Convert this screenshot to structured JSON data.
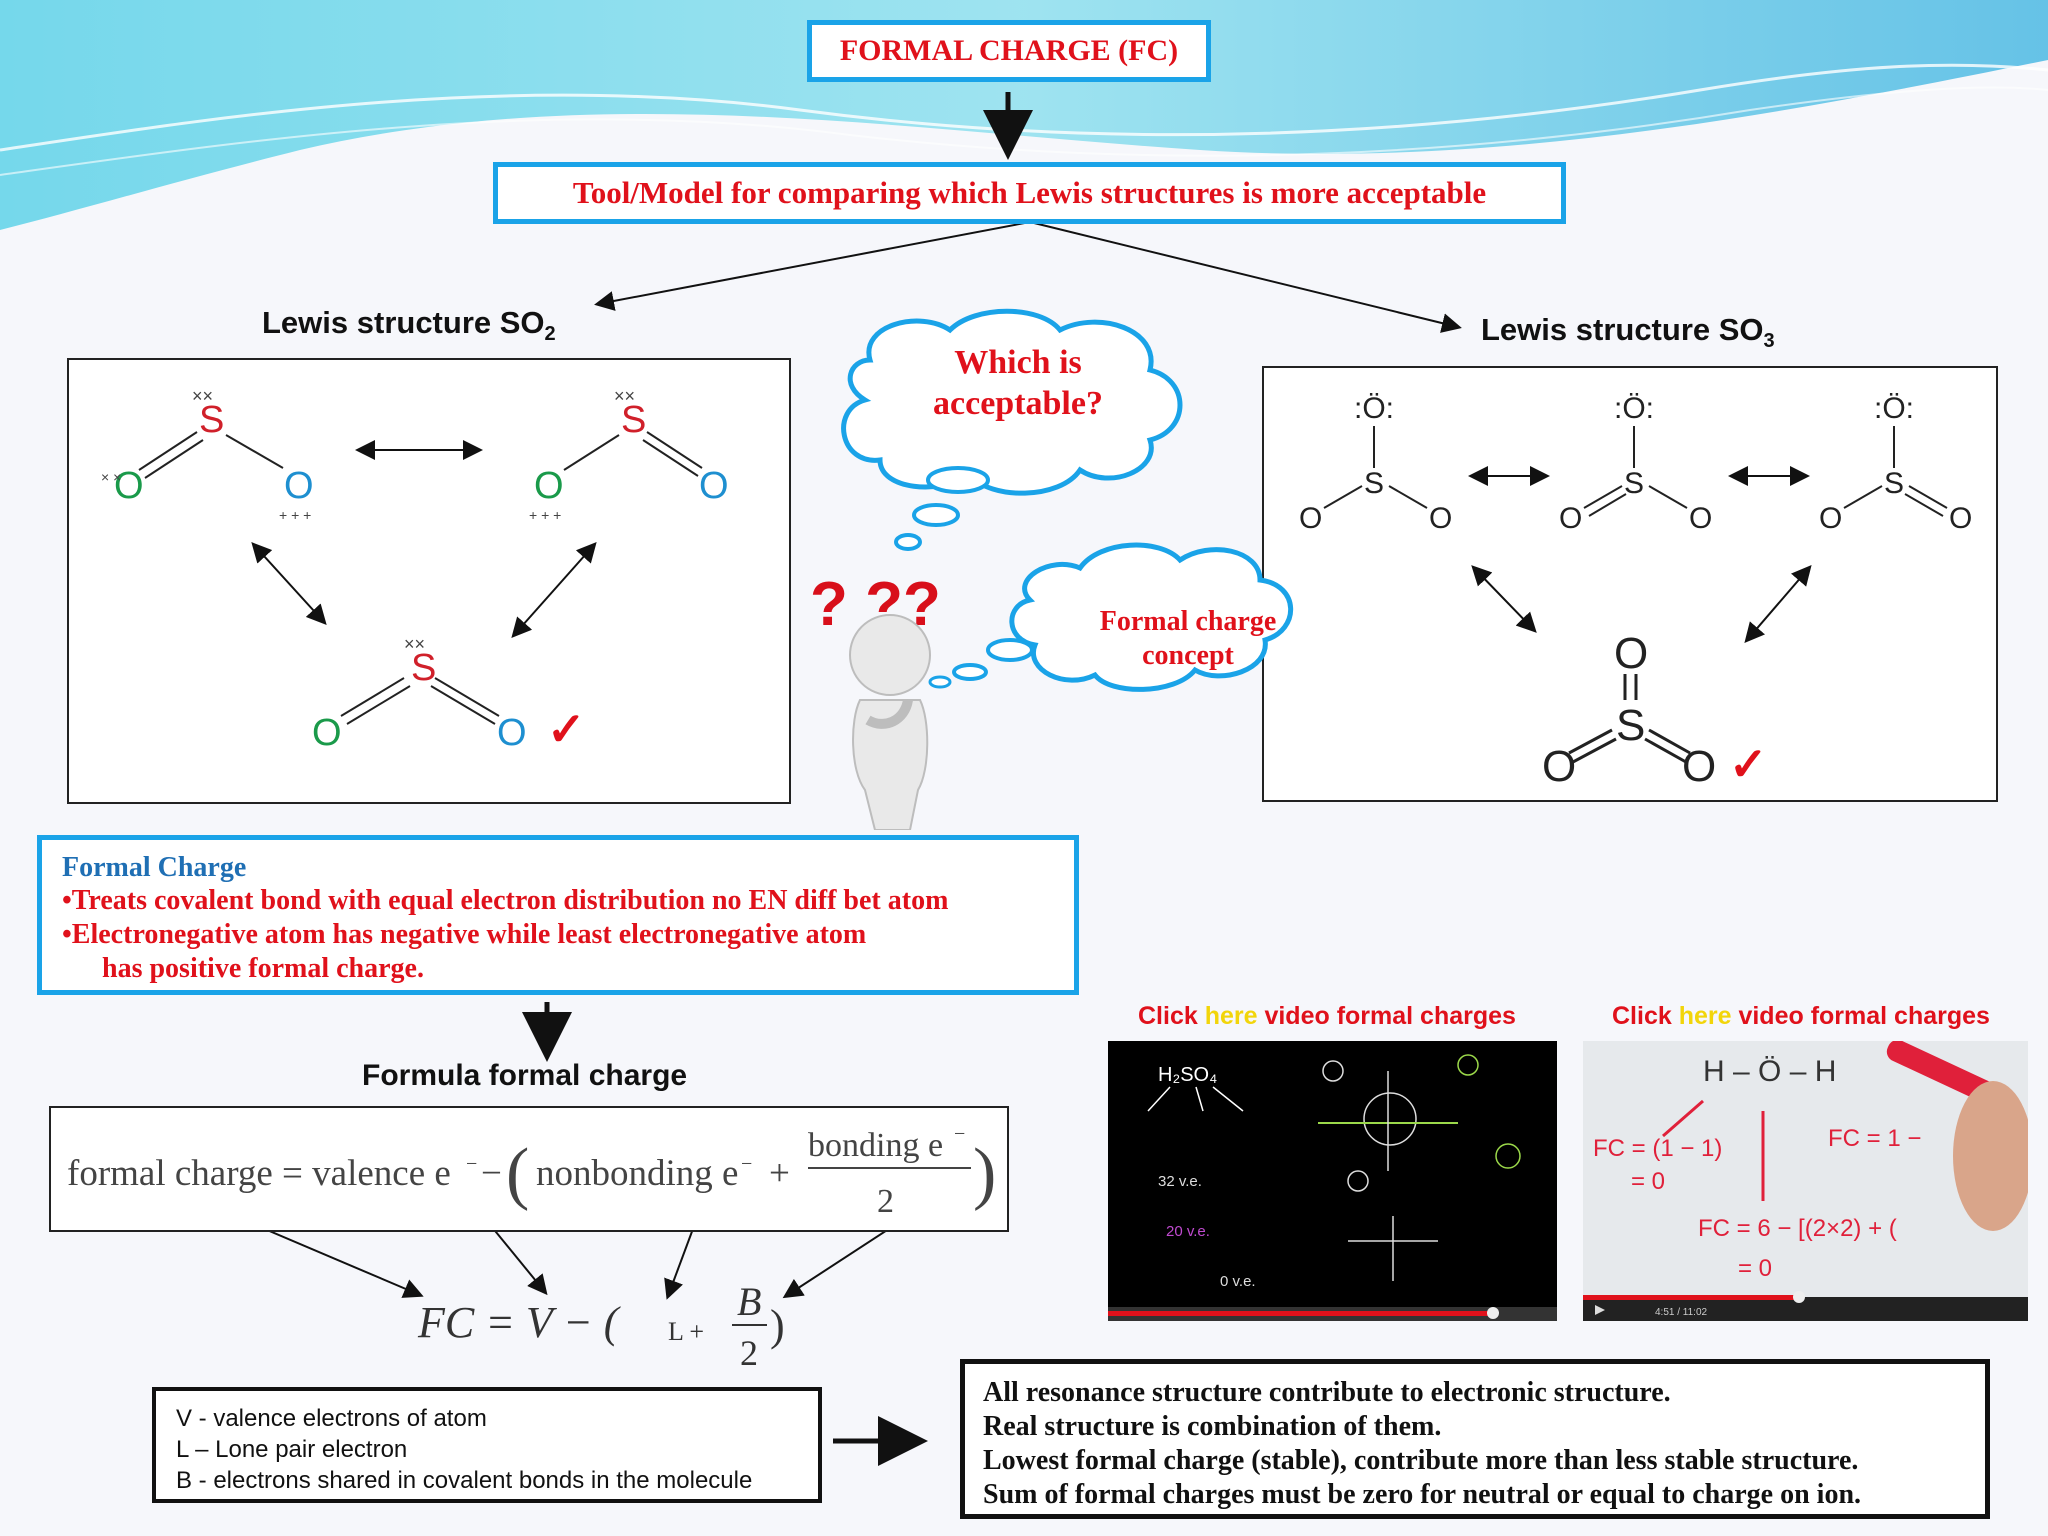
{
  "title": "FORMAL CHARGE (FC)",
  "subtitle": "Tool/Model for comparing which Lewis structures is more acceptable",
  "so2": {
    "heading": "Lewis structure SO",
    "heading_sub": "2",
    "atom_s": "S",
    "atom_o": "O",
    "lone_pair": "××",
    "check": "✓"
  },
  "so3": {
    "heading": "Lewis structure SO",
    "heading_sub": "3",
    "atom_s": "S",
    "atom_o": "O",
    "top_o": ":Ö:",
    "check": "✓"
  },
  "thinker": {
    "cloud_question": "Which is acceptable?",
    "cloud_question_l1": "Which is",
    "cloud_question_l2": "acceptable?",
    "cloud_concept_l1": "Formal charge",
    "cloud_concept_l2": "concept",
    "question_marks": "? ??"
  },
  "definition": {
    "title": "Formal Charge",
    "line1": "•Treats covalent bond with equal electron distribution no EN diff bet atom",
    "line2": "•Electronegative atom has negative while least electronegative atom",
    "line3": "has positive formal charge."
  },
  "formula": {
    "heading": "Formula formal charge",
    "long_lhs": "formal charge = valence e",
    "long_minus": "−",
    "long_nonbonding": "nonbonding e",
    "long_plus": "+",
    "long_bonding": "bonding e",
    "long_two": "2",
    "short_lhs": "FC = V − (",
    "short_l": "L +",
    "short_b": "B",
    "short_two": "2",
    "short_close": ")"
  },
  "legend": {
    "line1": "V - valence electrons of atom",
    "line2": "L – Lone pair electron",
    "line3": "B - electrons shared in covalent bonds in the molecule"
  },
  "summary": {
    "line1": "All resonance structure contribute to electronic structure.",
    "line2": "Real structure is combination of them.",
    "line3": "Lowest formal charge (stable), contribute more than less stable structure.",
    "line4": "Sum of formal charges must be zero for neutral or equal to charge on ion."
  },
  "videos": [
    {
      "prefix": "Click ",
      "link": "here",
      "suffix": " video formal charges",
      "board_text": "H₂SO₄",
      "note1": "32 v.e.",
      "note2": "20 v.e.",
      "note3": "0 v.e."
    },
    {
      "prefix": "Click ",
      "link": "here",
      "suffix": " video formal charges",
      "board_text": "H – Ö – H",
      "note1": "FC = (1 − 1)",
      "note2": "= 0",
      "note3": "FC = 6 − [(2×2) + (",
      "note4": "= 0",
      "note5": "FC = 1 −",
      "time": "4:51 / 11:02"
    }
  ],
  "colors": {
    "accent_red": "#e0111b",
    "accent_blue": "#1aa3e8",
    "oxygen_green": "#1a9a4a",
    "oxygen_blue": "#1e8fd0",
    "sulfur_red": "#d0202a"
  }
}
